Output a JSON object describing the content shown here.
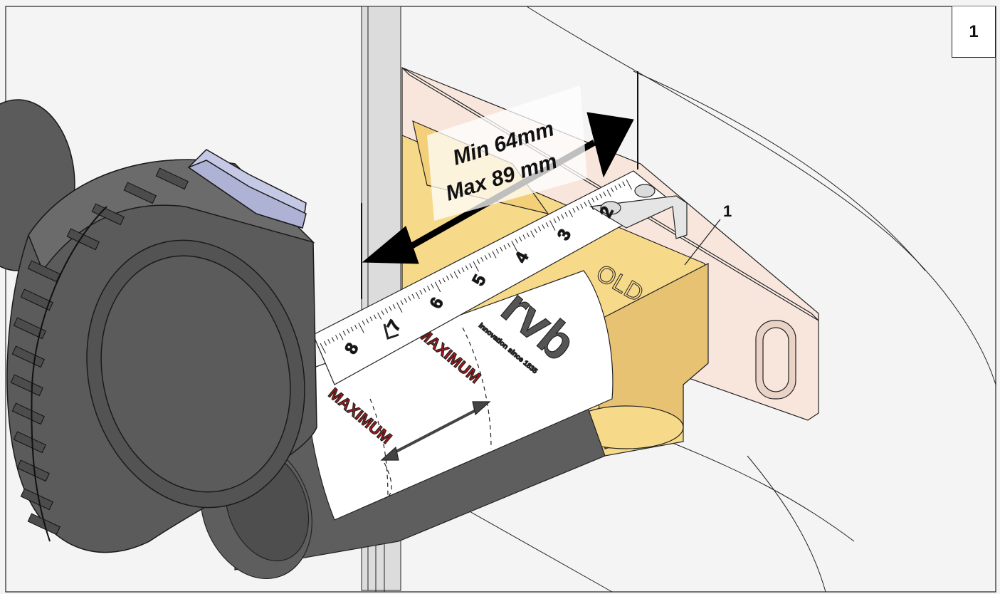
{
  "step_number": "1",
  "callout_label": "1",
  "dimension": {
    "min_label": "Min 64mm",
    "max_label": "Max 89 mm"
  },
  "tape_scale": [
    "2",
    "3",
    "4",
    "5",
    "6",
    "7",
    "8"
  ],
  "wrap_text": {
    "maximum": "MAXIMUM",
    "brand": "rvb",
    "tagline": "innovation since 1835",
    "body_text": "OLD"
  },
  "colors": {
    "background": "#f4f4f4",
    "brass_body": "#f7d98a",
    "brass_shade": "#e6c272",
    "bracket": "#f8e6dc",
    "tape_case": "#5b5b5b",
    "tape_case_dark": "#3f3f3f",
    "tape_button": "#c5c9e6",
    "pipe": "#5e5e5e",
    "wrap_white": "#ffffff",
    "maximum_red": "#b01818",
    "arrow": "#000000"
  }
}
